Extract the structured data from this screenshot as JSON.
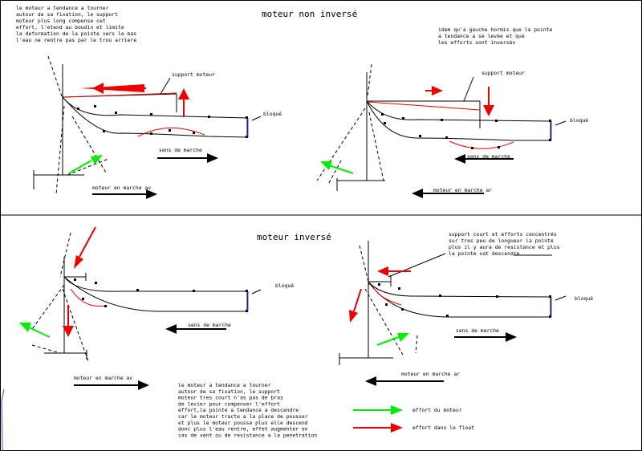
{
  "top": {
    "title": "moteur   non inversé",
    "left": {
      "note": [
        "le moteur a tendance a tourner",
        "autour de sa fixation, le support",
        "moteur plus long compense cet",
        "effort, l'etend au boudin et limite",
        "la deformation de la pointe vers le bas",
        "l'eau ne rentre pas par le trou arriere"
      ],
      "support_label": "support moteur",
      "blocked_label": "bloqué",
      "direction_label": "sens de marche",
      "motor_label": "moteur en marche av"
    },
    "right": {
      "note": [
        "idem qu'a gauche hormis que la pointe",
        "a tendance a se levée et que",
        "les efforts sont inversés"
      ],
      "support_label": "support moteur",
      "blocked_label": "bloqué",
      "direction_label": "sens de marche",
      "motor_label": "moteur en marche ar"
    }
  },
  "bottom": {
    "title": "moteur   inversé",
    "left": {
      "blocked_label": "bloqué",
      "direction_label": "sens de marche",
      "motor_label": "moteur en marche av",
      "note": [
        "le moteur a tendance a tourner",
        "autour de sa fixation, le support",
        "moteur tres court n'as pas de bras",
        "de levier pour compenser l'effort",
        "effort,la pointe a tendance a descendre",
        "car le moteur tracte a la place de pousser",
        "et plus le moteur pousse plus elle descend",
        "donc plus l'eau rentre, effet augmenter en",
        "cas de vent ou de resistance a la penetration"
      ]
    },
    "right": {
      "note": [
        "support court et efforts concentrés",
        "sur tres peu de longueur la pointe",
        "plus il y aura de resistance et plus",
        "la pointe vat descendre"
      ],
      "blocked_label": "bloqué",
      "direction_label": "sens de marche",
      "motor_label": "moteur en marche ar"
    }
  },
  "legend": {
    "motor_effort": "effort du moteur",
    "float_effort": "effort dans le float",
    "motor_color": "#00ee00",
    "float_color": "#ee0000"
  }
}
